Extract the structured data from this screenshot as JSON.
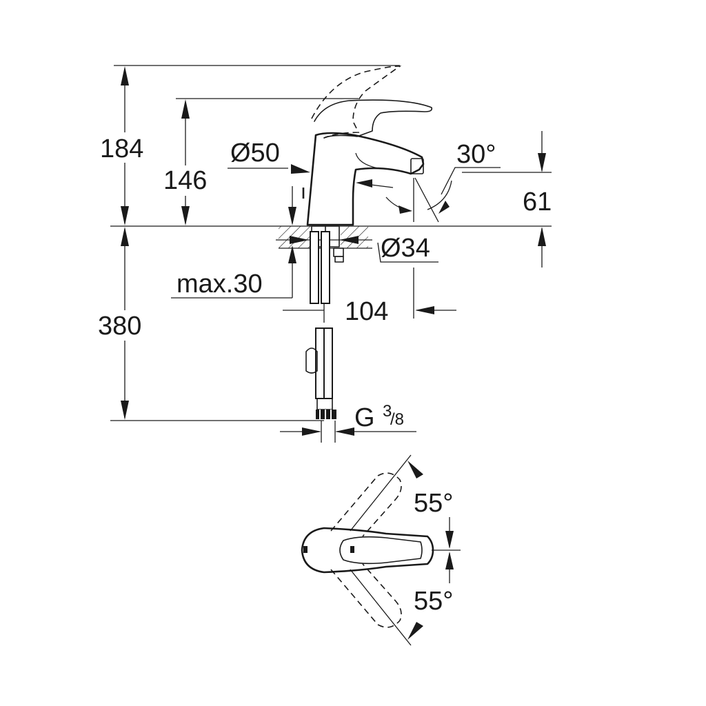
{
  "dimensions": {
    "total_height": "184",
    "spout_height": "146",
    "body_diameter": "Ø50",
    "spout_angle": "30°",
    "spout_outlet_height": "61",
    "hole_diameter": "Ø34",
    "max_deck_thickness": "max.30",
    "spout_reach": "104",
    "hose_length": "380",
    "thread_prefix": "G",
    "thread_numerator": "3",
    "thread_denominator": "/8",
    "lever_angle_left": "55°",
    "lever_angle_right": "55°"
  }
}
